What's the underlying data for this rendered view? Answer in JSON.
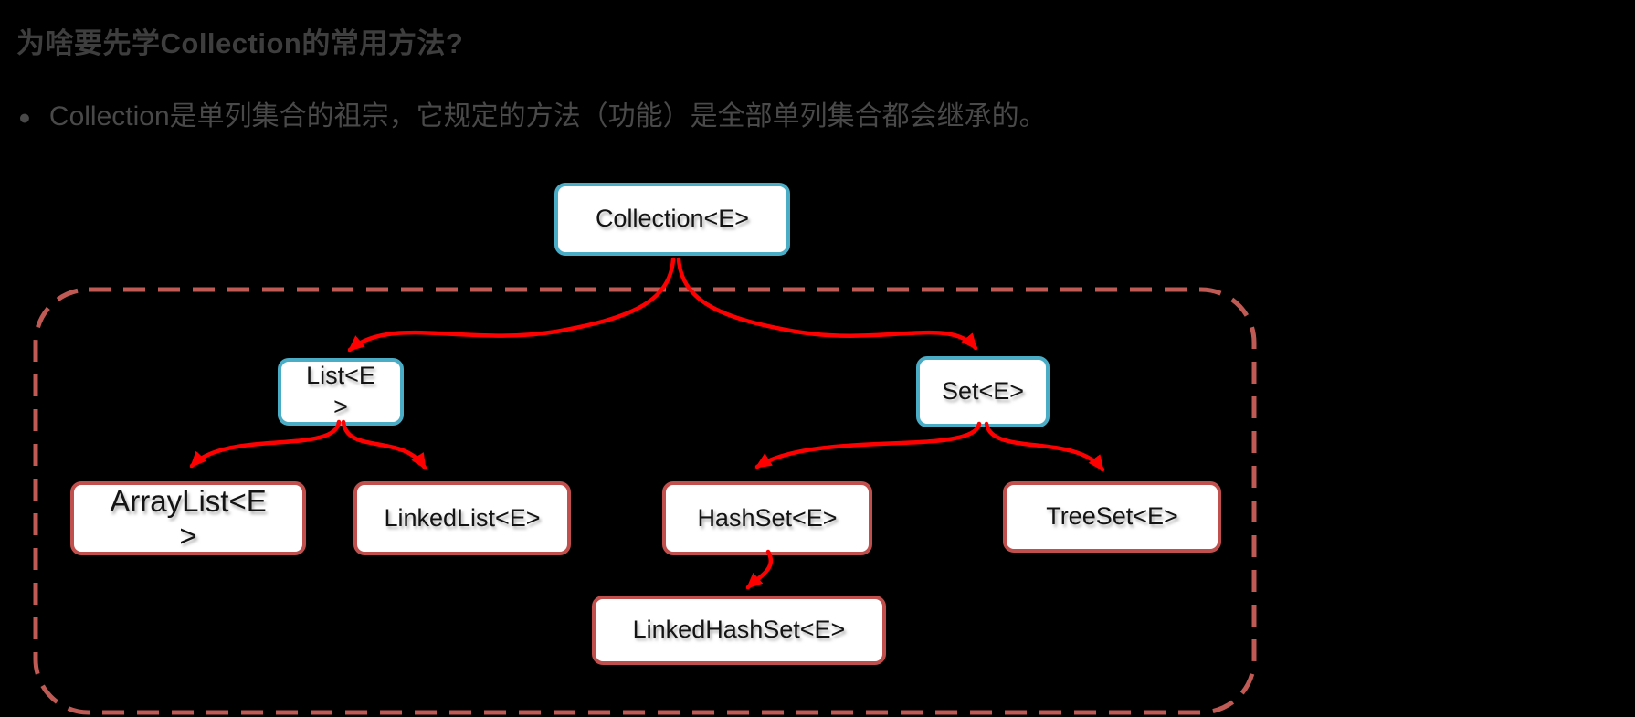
{
  "header": {
    "title": "为啥要先学Collection的常用方法?"
  },
  "bullet": {
    "marker": "●",
    "text": "Collection是单列集合的祖宗，它规定的方法（功能）是全部单列集合都会继承的。"
  },
  "diagram": {
    "nodes": {
      "collection": {
        "label": "Collection<E>",
        "kind": "interface"
      },
      "list": {
        "label": "List<E\n>",
        "kind": "interface"
      },
      "set": {
        "label": "Set<E>",
        "kind": "interface"
      },
      "arraylist": {
        "label": "ArrayList<E\n>",
        "kind": "class"
      },
      "linkedlist": {
        "label": "LinkedList<E>",
        "kind": "class"
      },
      "hashset": {
        "label": "HashSet<E>",
        "kind": "class"
      },
      "treeset": {
        "label": "TreeSet<E>",
        "kind": "class"
      },
      "linkedhashset": {
        "label": "LinkedHashSet<E>",
        "kind": "class"
      }
    },
    "edges": [
      {
        "from": "collection",
        "to": "list"
      },
      {
        "from": "collection",
        "to": "set"
      },
      {
        "from": "list",
        "to": "arraylist"
      },
      {
        "from": "list",
        "to": "linkedlist"
      },
      {
        "from": "set",
        "to": "hashset"
      },
      {
        "from": "set",
        "to": "treeset"
      },
      {
        "from": "hashset",
        "to": "linkedhashset"
      }
    ],
    "colors": {
      "interface_border": "#4bacc6",
      "class_border": "#c0504d",
      "arrow": "#ff0000",
      "group_outline": "#c05a55",
      "node_background": "#ffffff",
      "title_text": "#3e3e3e",
      "body_text": "#494949",
      "background": "#000000"
    }
  }
}
